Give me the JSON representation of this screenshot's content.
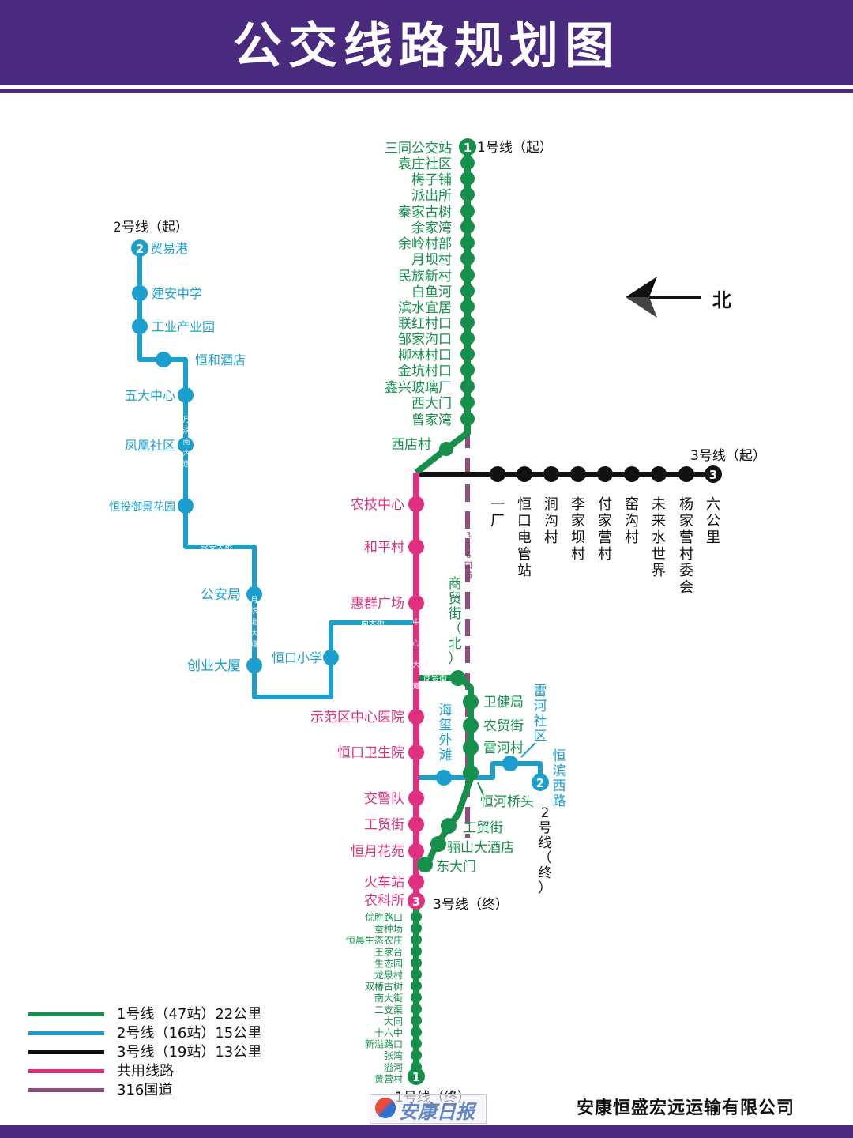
{
  "header": {
    "title": "公交线路规划图"
  },
  "compass": {
    "label": "北",
    "icon": "north-arrow-icon"
  },
  "colors": {
    "line1": "#14904a",
    "line2": "#1b9fcf",
    "line3": "#111111",
    "shared": "#e0307e",
    "nh316": "#8f4d7e",
    "header_bg": "#4a2a7e"
  },
  "line1": {
    "number": "1",
    "start_label": "1号线（起）",
    "end_label": "1号线（终）",
    "north_stops": [
      "三同公交站",
      "袁庄社区",
      "梅子铺",
      "派出所",
      "秦家古树",
      "余家湾",
      "余岭村部",
      "月坝村",
      "民族新村",
      "白鱼河",
      "滨水宜居",
      "联红村口",
      "邹家沟口",
      "柳林村口",
      "金坑村口",
      "鑫兴玻璃厂",
      "西大门",
      "曾家湾",
      "西店村"
    ],
    "branch_stops": [
      "卫健局",
      "农贸街",
      "雷河村",
      "恒河桥头",
      "工贸街",
      "骊山大酒店",
      "东大门"
    ],
    "south_stops": [
      "优胜路口",
      "蚕种场",
      "恒晨生态农庄",
      "王家台",
      "生态园",
      "龙泉村",
      "双椿古树",
      "南大街",
      "二支渠",
      "大同",
      "十六中",
      "新溢路口",
      "张湾",
      "溢河",
      "黄营村"
    ]
  },
  "line2": {
    "number": "2",
    "start_label": "2号线（起）",
    "end_label": "2号线（终）",
    "stops": [
      "贸易港",
      "建安中学",
      "工业产业园",
      "恒和酒店",
      "五大中心",
      "凤凰社区",
      "恒投御景花园",
      "公安局",
      "创业大厦",
      "恒口小学",
      "海玺外滩",
      "雷河社区",
      "恒滨西路"
    ],
    "roads": [
      "月滨南大道",
      "永安大桥",
      "月滨北大道",
      "南大街",
      "中心大道",
      "商贸街"
    ]
  },
  "line3": {
    "number": "3",
    "start_label": "3号线（起）",
    "end_label": "3号线（终）",
    "stops": [
      "一厂",
      "恒口电管站",
      "涧沟村",
      "李家坝村",
      "付家营村",
      "窑沟村",
      "未来水世界",
      "杨家营村委会",
      "六公里"
    ]
  },
  "shared": {
    "stops": [
      "农技中心",
      "和平村",
      "惠群广场",
      "示范区中心医院",
      "恒口卫生院",
      "交警队",
      "工贸街",
      "恒月花苑",
      "火车站",
      "农科所"
    ]
  },
  "other": {
    "street_north": "商贸街（北）",
    "nh316": "316国道"
  },
  "legend": [
    {
      "label": "1号线（47站）22公里",
      "color": "#14904a"
    },
    {
      "label": "2号线（16站）15公里",
      "color": "#1b9fcf"
    },
    {
      "label": "3号线（19站）13公里",
      "color": "#111111"
    },
    {
      "label": "共用线路",
      "color": "#e0307e"
    },
    {
      "label": "316国道",
      "color": "#8f4d7e"
    }
  ],
  "footer": {
    "company": "安康恒盛宏远运输有限公司",
    "watermark": "安康日报"
  }
}
